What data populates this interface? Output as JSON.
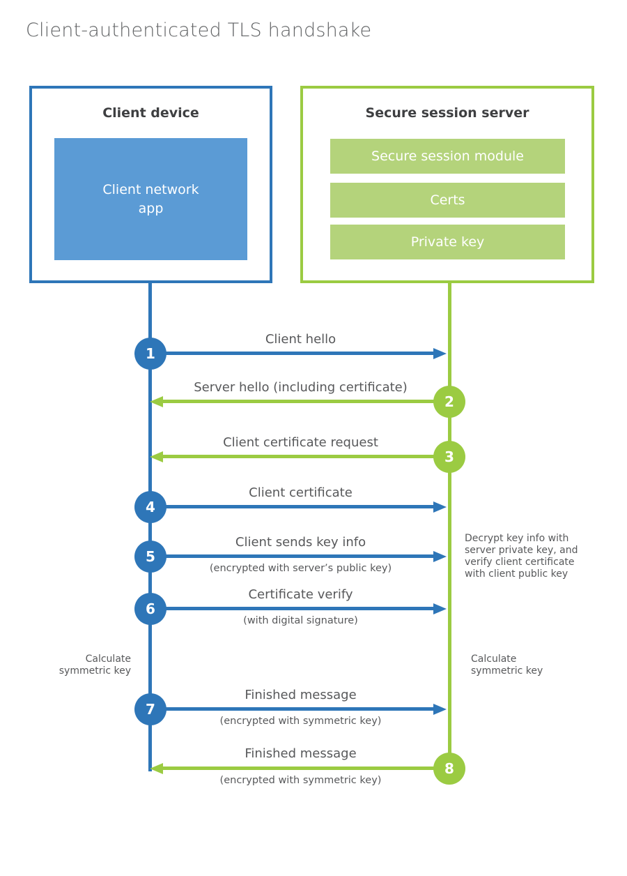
{
  "title": "Client-authenticated TLS handshake",
  "client_box": {
    "title": "Client device",
    "app": "Client network app"
  },
  "server_box": {
    "title": "Secure session server",
    "modules": [
      "Secure session module",
      "Certs",
      "Private key"
    ]
  },
  "steps": [
    {
      "num": "1",
      "label": "Client hello",
      "sub": "",
      "direction": "right",
      "from": "client",
      "to": "server"
    },
    {
      "num": "2",
      "label": "Server hello (including certificate)",
      "sub": "",
      "direction": "left",
      "from": "server",
      "to": "client"
    },
    {
      "num": "3",
      "label": "Client certificate request",
      "sub": "",
      "direction": "left",
      "from": "server",
      "to": "client"
    },
    {
      "num": "4",
      "label": "Client certificate",
      "sub": "",
      "direction": "right",
      "from": "client",
      "to": "server"
    },
    {
      "num": "5",
      "label": "Client sends key info",
      "sub": "(encrypted with server’s public key)",
      "direction": "right",
      "from": "client",
      "to": "server"
    },
    {
      "num": "6",
      "label": "Certificate verify",
      "sub": "(with digital signature)",
      "direction": "right",
      "from": "client",
      "to": "server"
    },
    {
      "num": "7",
      "label": "Finished message",
      "sub": "(encrypted with symmetric key)",
      "direction": "right",
      "from": "client",
      "to": "server"
    },
    {
      "num": "8",
      "label": "Finished message",
      "sub": "(encrypted with symmetric key)",
      "direction": "left",
      "from": "server",
      "to": "client"
    }
  ],
  "notes": {
    "decrypt": "Decrypt key info with server private key, and verify client certificate with client public key",
    "calculate": "Calculate symmetric key"
  },
  "colors": {
    "blue": "#2e76b8",
    "blue_fill": "#5b9bd5",
    "green": "#9bcb42",
    "green_fill": "#b4d37b"
  }
}
